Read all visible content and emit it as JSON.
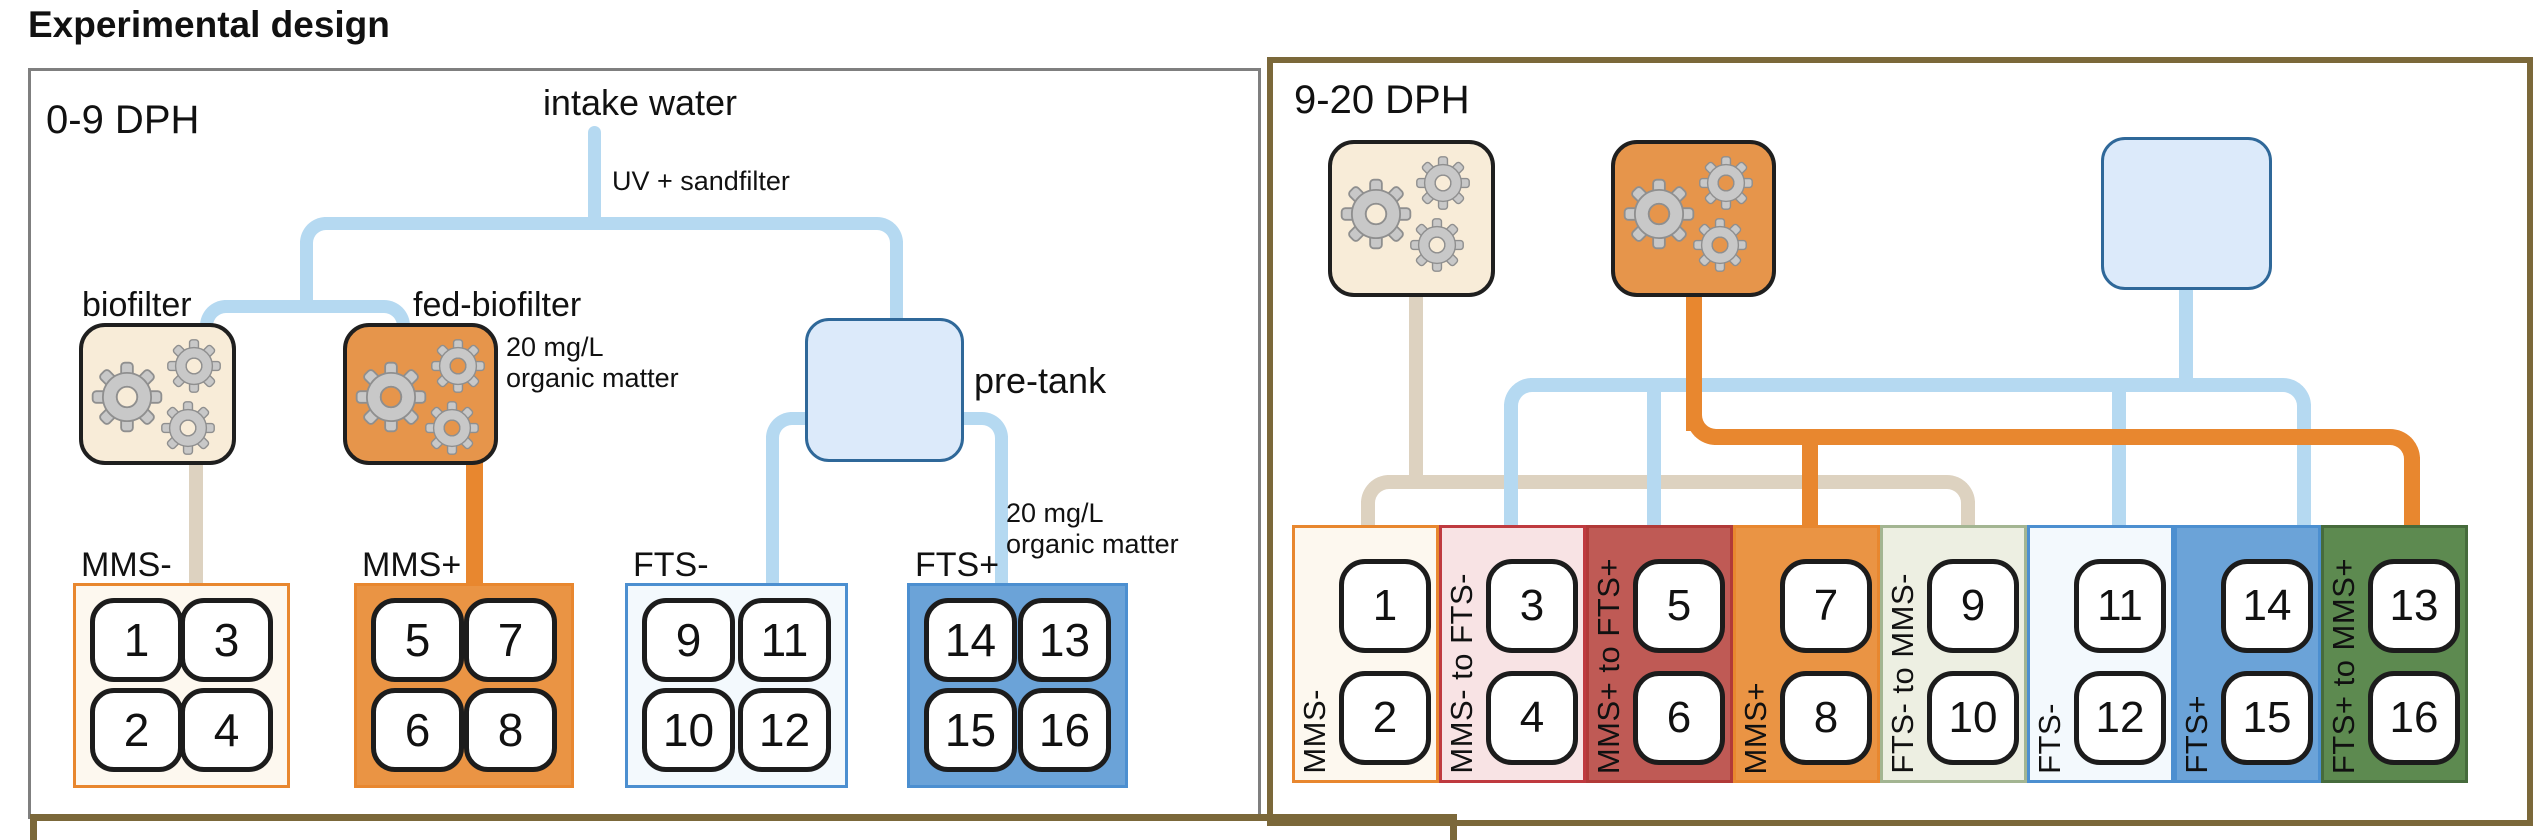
{
  "title": "Experimental design",
  "colors": {
    "panel_grey": "#7f7f7f",
    "panel_brown": "#7b683a",
    "pipe_blue": "#b5d9f1",
    "pipe_tan": "#ddd2c0",
    "pipe_orange": "#e8872f",
    "biofilter_fill": "#f8ecd8",
    "fed_biofilter_fill": "#e6954b",
    "pretank_fill": "#dceafa",
    "pretank_border": "#2f6899",
    "gear_grey": "#c8c8c8",
    "gear_stroke": "#8f8f8f"
  },
  "left_panel": {
    "label": "0-9 DPH",
    "intake_label": "intake water",
    "uv_label": "UV + sandfilter",
    "biofilter_label": "biofilter",
    "fed_biofilter_label": "fed-biofilter",
    "fed_note": [
      "20 mg/L",
      "organic matter"
    ],
    "pretank_label": "pre-tank",
    "fts_note": [
      "20 mg/L",
      "organic matter"
    ],
    "groups": [
      {
        "label": "MMS-",
        "water_source": "biofilter",
        "fill": "#fdf8ef",
        "border": "#e8872f",
        "tanks": [
          [
            1,
            3
          ],
          [
            2,
            4
          ]
        ]
      },
      {
        "label": "MMS+",
        "water_source": "fed-biofilter",
        "fill": "#ea9444",
        "border": "#e8872f",
        "tanks": [
          [
            5,
            7
          ],
          [
            6,
            8
          ]
        ]
      },
      {
        "label": "FTS-",
        "water_source": "pre-tank",
        "fill": "#f3f9fd",
        "border": "#4c8fd0",
        "tanks": [
          [
            9,
            11
          ],
          [
            10,
            12
          ]
        ]
      },
      {
        "label": "FTS+",
        "water_source": "pre-tank",
        "fill": "#6ba3d8",
        "border": "#4c8fd0",
        "tanks": [
          [
            14,
            13
          ],
          [
            15,
            16
          ]
        ]
      }
    ]
  },
  "right_panel": {
    "label": "9-20 DPH",
    "groups": [
      {
        "label": "MMS-",
        "water_source": "biofilter",
        "fill": "#fdf8ef",
        "border": "#e8872f",
        "tanks": [
          1,
          2
        ]
      },
      {
        "label": "MMS- to FTS-",
        "water_source": "pre-tank",
        "fill": "#f8e3e4",
        "border": "#bf3a3f",
        "tanks": [
          3,
          4
        ]
      },
      {
        "label": "MMS+ to FTS+",
        "water_source": "pre-tank",
        "fill": "#bf5a55",
        "border": "#b13a38",
        "tanks": [
          5,
          6
        ]
      },
      {
        "label": "MMS+",
        "water_source": "fed-biofilter",
        "fill": "#ea9444",
        "border": "#e8872f",
        "tanks": [
          7,
          8
        ]
      },
      {
        "label": "FTS- to MMS-",
        "water_source": "biofilter",
        "fill": "#edefe2",
        "border": "#a3b592",
        "tanks": [
          9,
          10
        ]
      },
      {
        "label": "FTS-",
        "water_source": "pre-tank",
        "fill": "#f3f9fd",
        "border": "#4c8fd0",
        "tanks": [
          11,
          12
        ]
      },
      {
        "label": "FTS+",
        "water_source": "pre-tank",
        "fill": "#6ba3d8",
        "border": "#4c8fd0",
        "tanks": [
          14,
          15
        ]
      },
      {
        "label": "FTS+ to MMS+",
        "water_source": "fed-biofilter",
        "fill": "#5d8a50",
        "border": "#466b3c",
        "tanks": [
          13,
          16
        ]
      }
    ]
  }
}
